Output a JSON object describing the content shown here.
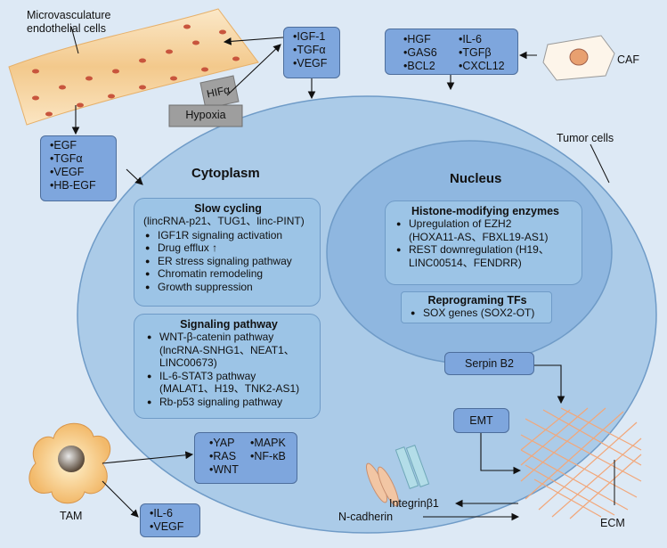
{
  "labels": {
    "endothelial": [
      "Microvasculature",
      "endothelial cells"
    ],
    "hypoxia": "Hypoxia",
    "hif": "HIFα",
    "caf": "CAF",
    "tumor": "Tumor cells",
    "tam": "TAM",
    "ecm": "ECM",
    "integrin": "Integrinβ1",
    "ncadherin": "N-cadherin",
    "serpin": "Serpin B2",
    "emt": "EMT"
  },
  "boxes": {
    "vessel_factors": [
      "•IGF-1",
      "•TGFα",
      "•VEGF"
    ],
    "caf_factors": [
      "•HGF",
      "•IL-6",
      "•GAS6",
      "•TGFβ",
      "•BCL2",
      "•CXCL12"
    ],
    "endo_factors": [
      "•EGF",
      "•TGFα",
      "•VEGF",
      "•HB-EGF"
    ],
    "tam_pathways": [
      "•YAP",
      "•MAPK",
      "•RAS",
      "•NF-κB",
      "•WNT"
    ],
    "tam_factors": [
      "•IL-6",
      "•VEGF"
    ]
  },
  "cytoplasm": {
    "title": "Cytoplasm",
    "slow_cycling": {
      "title": "Slow cycling",
      "subtitle": "(lincRNA-p21、TUG1、linc-PINT)",
      "items": [
        "IGF1R signaling activation",
        "Drug efflux ↑",
        "ER stress signaling pathway",
        "Chromatin remodeling",
        "Growth suppression"
      ]
    },
    "signaling": {
      "title": "Signaling pathway",
      "items": [
        [
          "WNT-β-catenin pathway",
          "(lncRNA-SNHG1、NEAT1、",
          "LINC00673)"
        ],
        [
          "IL-6-STAT3 pathway",
          "(MALAT1、H19、TNK2-AS1)"
        ],
        [
          "Rb-p53 signaling pathway"
        ]
      ]
    }
  },
  "nucleus": {
    "title": "Nucleus",
    "histone": {
      "title": "Histone-modifying enzymes",
      "items": [
        [
          "Upregulation of EZH2",
          "(HOXA11-AS、FBXL19-AS1)"
        ],
        [
          "REST downregulation (H19、",
          "LINC00514、FENDRR)"
        ]
      ]
    },
    "reprog": {
      "title": "Reprograming TFs",
      "items": [
        "SOX genes (SOX2-OT)"
      ]
    }
  },
  "colors": {
    "background": "#dde9f5",
    "cell": "#abcbe8",
    "nucleus": "#8fb7e0",
    "box": "#7ea6dd",
    "vessel": "#f6d6a6"
  }
}
